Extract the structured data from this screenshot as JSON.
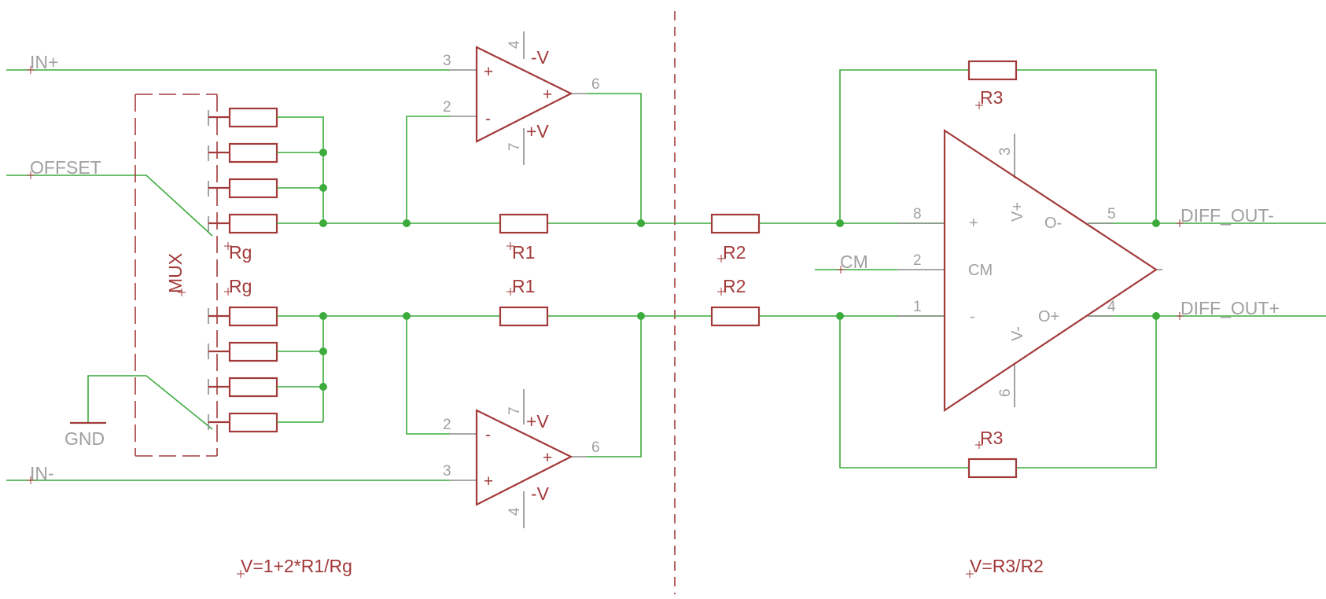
{
  "nets": {
    "in_plus": "IN+",
    "in_minus": "IN-",
    "offset": "OFFSET",
    "gnd": "GND",
    "cm": "CM",
    "diff_out_minus": "DIFF_OUT-",
    "diff_out_plus": "DIFF_OUT+"
  },
  "parts": {
    "mux": "MUX",
    "rg": "Rg",
    "r1": "R1",
    "r2": "R2",
    "r3": "R3"
  },
  "opamp_top": {
    "pin_in_plus": "3",
    "pin_in_minus": "2",
    "pin_out": "6",
    "pin_v_neg": "4",
    "pin_v_pos": "7",
    "sign_plus": "+",
    "sign_minus": "-",
    "sign_out": "+",
    "neg_supply": "-V",
    "pos_supply": "+V"
  },
  "opamp_bottom": {
    "pin_in_plus": "3",
    "pin_in_minus": "2",
    "pin_out": "6",
    "pin_v_neg": "4",
    "pin_v_pos": "7",
    "sign_plus": "+",
    "sign_minus": "-",
    "sign_out": "+",
    "neg_supply": "-V",
    "pos_supply": "+V"
  },
  "diff_amp": {
    "pin_plus": "8",
    "pin_cm": "2",
    "pin_minus": "1",
    "pin_out_minus": "5",
    "pin_out_plus": "4",
    "pin_v_pos": "3",
    "pin_v_neg": "6",
    "label_plus": "+",
    "label_cm": "CM",
    "label_minus": "-",
    "label_v_pos": "V+",
    "label_v_neg": "V-",
    "label_out_minus": "O-",
    "label_out_plus": "O+"
  },
  "formulas": {
    "stage1": "V=1+2*R1/Rg",
    "stage2": "V=R3/R2"
  }
}
